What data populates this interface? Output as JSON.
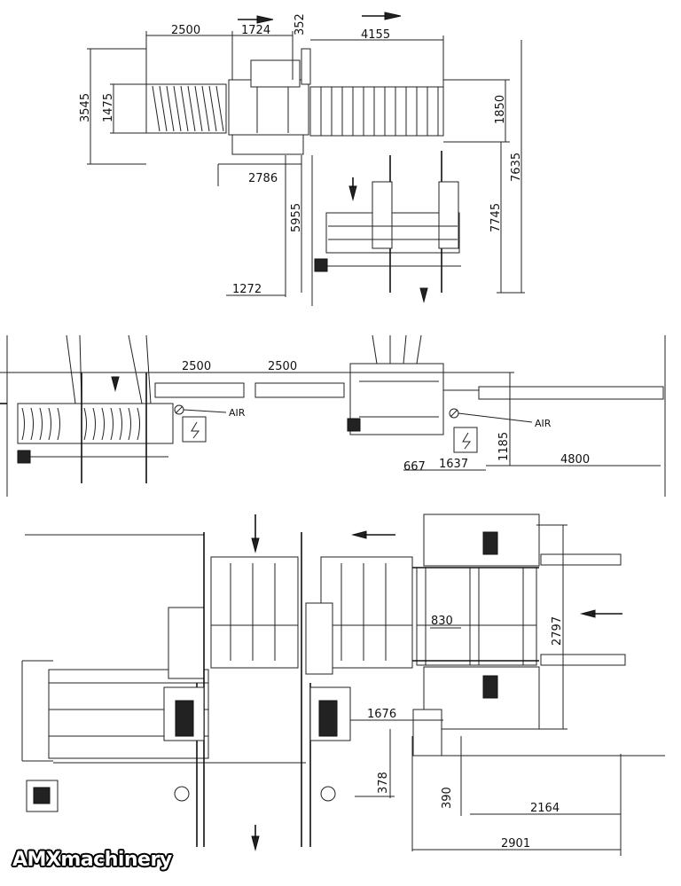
{
  "brand": "AMXmachinery",
  "top_view": {
    "dims_horizontal": [
      "2500",
      "1724",
      "4155",
      "2786",
      "1272"
    ],
    "dims_vertical": [
      "3545",
      "1475",
      "352",
      "1850",
      "7635",
      "5955",
      "7745"
    ]
  },
  "side_view": {
    "dims": [
      "2500",
      "2500",
      "667",
      "1637",
      "4800",
      "1185"
    ],
    "air_labels": [
      "AIR",
      "AIR"
    ]
  },
  "bottom_view": {
    "dims": [
      "830",
      "2797",
      "1676",
      "378",
      "390",
      "2164",
      "2901"
    ]
  }
}
